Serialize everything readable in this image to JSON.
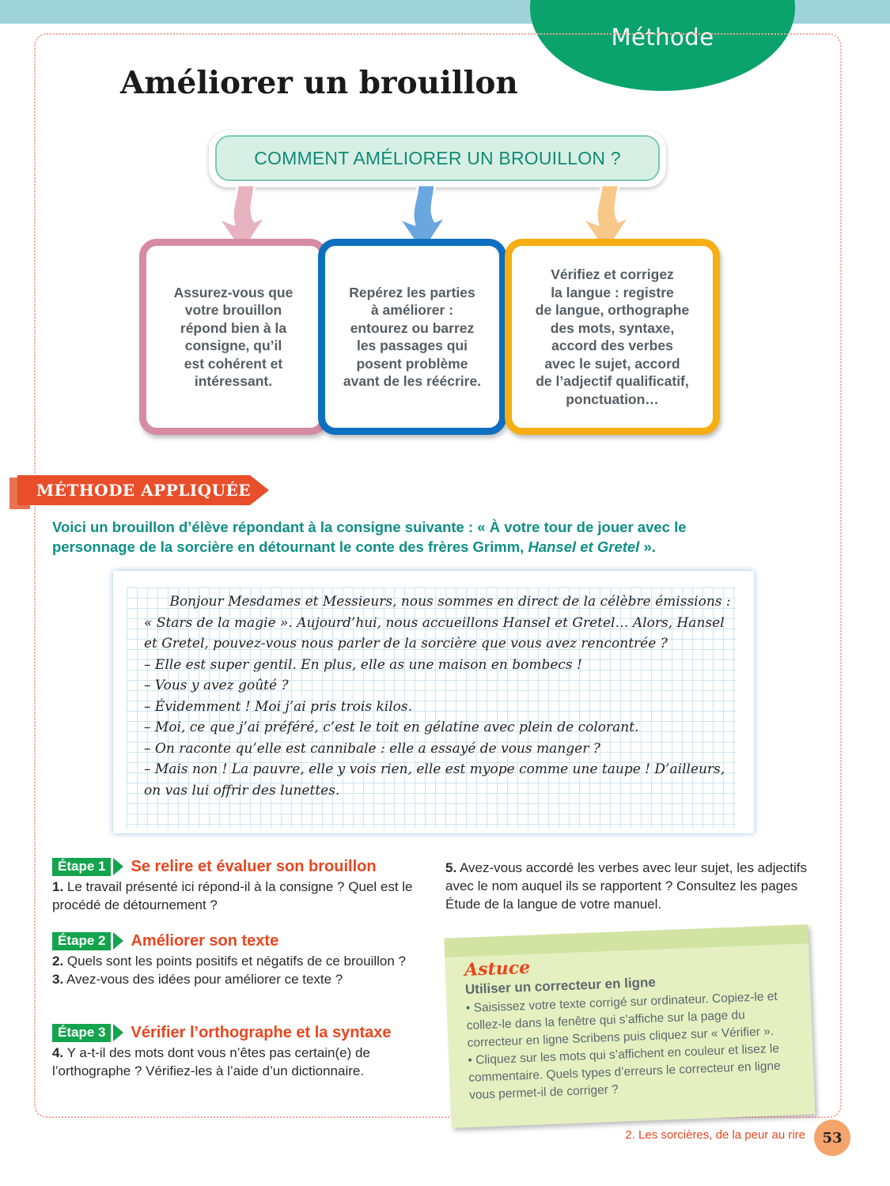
{
  "tab": {
    "label": "Méthode"
  },
  "page": {
    "title": "Améliorer un brouillon"
  },
  "colors": {
    "green": "#0aa36b",
    "pink": "#d58ba1",
    "blue": "#0d6fbf",
    "yellow": "#f6ae12",
    "red": "#e94e2b"
  },
  "diagram": {
    "question": "COMMENT AMÉLIORER UN BROUILLON ?",
    "cards": [
      {
        "text": "Assurez-vous que\nvotre brouillon\nrépond bien à la\nconsigne, qu’il\nest cohérent et\nintéressant."
      },
      {
        "text": "Repérez les parties\nà améliorer :\nentourez ou barrez\nles passages qui\nposent problème\navant de les réécrire."
      },
      {
        "text": "Vérifiez et corrigez\nla langue : registre\nde langue, orthographe\ndes mots, syntaxe,\naccord des verbes\navec le sujet, accord\nde l’adjectif qualificatif,\nponctuation…"
      }
    ]
  },
  "applied": {
    "banner": "MÉTHODE APPLIQUÉE",
    "intro_before": "Voici un brouillon d’élève répondant à la consigne suivante : « À votre tour de jouer avec le personnage de la sorcière en détournant le conte des frères Grimm, ",
    "intro_italic": "Hansel et Gretel",
    "intro_after": " »."
  },
  "draft": {
    "lines": [
      "      Bonjour Mesdames et Messieurs, nous sommes en direct de la célèbre émissions :",
      "« Stars de la magie ». Aujourd’hui, nous accueillons Hansel et Gretel… Alors, Hansel",
      "et Gretel, pouvez-vous nous parler de la sorcière que vous avez rencontrée ?",
      "– Elle est super gentil. En plus, elle as une maison en bombecs !",
      "– Vous y avez goûté ?",
      "– Évidemment ! Moi j’ai pris trois kilos.",
      "– Moi, ce que j’ai préféré, c’est le toit en gélatine avec plein de colorant.",
      "– On raconte qu’elle est cannibale : elle a essayé de vous manger ?",
      "– Mais non ! La pauvre, elle y vois rien, elle est myope comme une taupe ! D’ailleurs,",
      "on vas lui offrir des lunettes."
    ]
  },
  "steps": [
    {
      "badge": "Étape 1",
      "title": "Se relire et évaluer son brouillon",
      "questions": [
        {
          "num": "1.",
          "text": " Le travail présenté ici répond-il à la consigne ? Quel est le procédé de détournement ?"
        }
      ]
    },
    {
      "badge": "Étape 2",
      "title": "Améliorer son texte",
      "questions": [
        {
          "num": "2.",
          "text": " Quels sont les points positifs et négatifs de ce brouillon ?"
        },
        {
          "num": "3.",
          "text": " Avez-vous des idées pour améliorer ce texte ?"
        }
      ]
    },
    {
      "badge": "Étape 3",
      "title": "Vérifier l’orthographe et la syntaxe",
      "questions": [
        {
          "num": "4.",
          "text": " Y a-t-il des mots dont vous n’êtes pas certain(e) de l’orthographe ? Vérifiez-les à l’aide d’un dictionnaire."
        }
      ]
    }
  ],
  "question5": {
    "num": "5.",
    "text": " Avez-vous accordé les verbes avec leur sujet, les adjectifs avec le nom auquel ils se rapportent ? Consultez les pages Étude de la langue de votre manuel."
  },
  "tip": {
    "title": "Astuce",
    "subtitle": "Utiliser un correcteur en ligne",
    "paragraphs": [
      "• Saisissez votre texte corrigé sur ordinateur. Copiez-le et collez-le dans la fenêtre qui s’affiche sur la page du correcteur en ligne Scribens puis cliquez sur « Vérifier ».",
      "• Cliquez sur les mots qui s’affichent en couleur et lisez le commentaire. Quels types d’erreurs le correcteur en ligne vous permet-il de corriger ?"
    ]
  },
  "footer": {
    "chapter": "2. Les sorcières, de la peur au rire",
    "page_number": "53"
  }
}
